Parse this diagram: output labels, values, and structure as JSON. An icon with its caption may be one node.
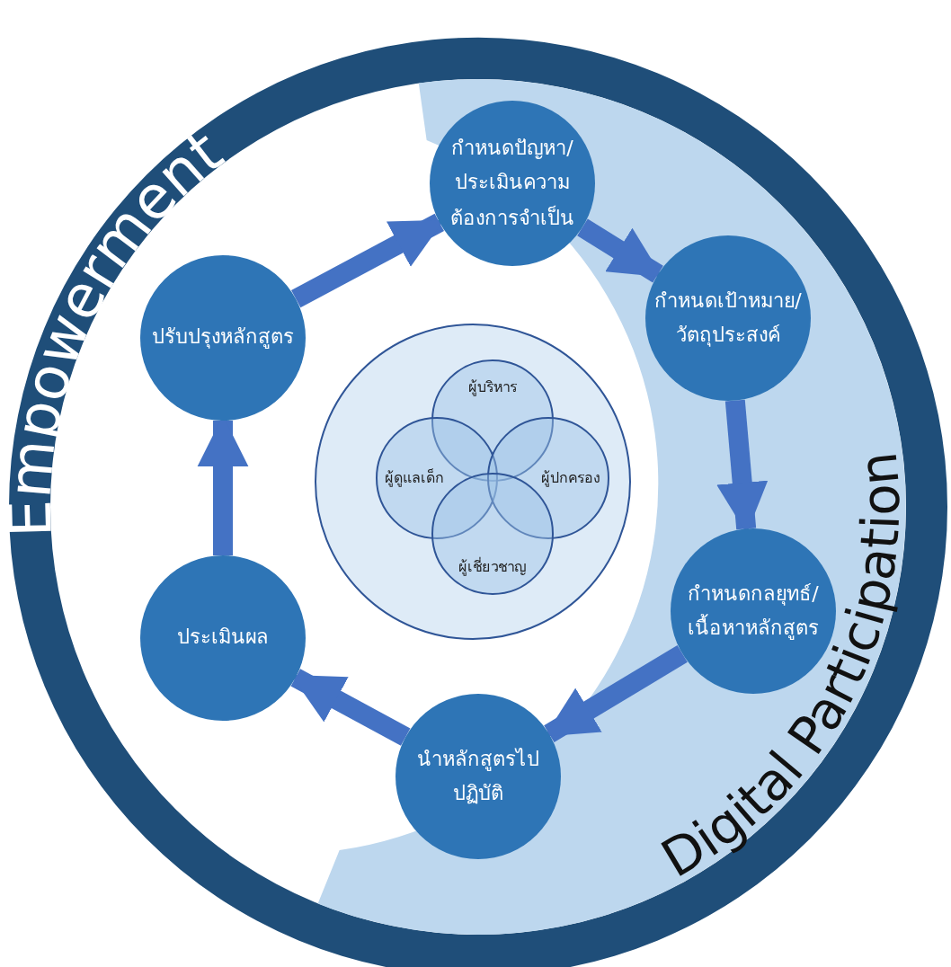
{
  "diagram": {
    "nodes": [
      {
        "text": [
          "กำหนดปัญหา/ประเมินความต้องการจำเป็น"
        ]
      },
      {
        "text": [
          "กำหนดเป้าหมาย/วัตถุประสงค์"
        ]
      },
      {
        "text": [
          "กำหนดกลยุทธ์/เนื้อหาหลักสูตร"
        ]
      },
      {
        "text": [
          "นำหลักสูตรไปปฏิบัติ"
        ]
      },
      {
        "text": [
          "ประเมินผล"
        ]
      },
      {
        "text": [
          "ปรับปรุงหลักสูตร"
        ]
      },
      {
        "text": [],
        "shape": "circle"
      },
      {
        "text": [
          "ผู้บริหาร"
        ],
        "in": 6
      },
      {
        "text": [
          "ผู้ดูแลเด็ก"
        ],
        "in": 6
      },
      {
        "text": [
          "ผู้ปกครอง"
        ],
        "in": 6
      },
      {
        "text": [
          "ผู้เชี่ยวชาญ"
        ],
        "in": 6
      }
    ],
    "edges": [
      {
        "from": 0,
        "to": 1,
        "arrow": "to"
      },
      {
        "from": 1,
        "to": 2,
        "arrow": "to"
      },
      {
        "from": 2,
        "to": 3,
        "arrow": "to"
      },
      {
        "from": 3,
        "to": 4,
        "arrow": "to"
      },
      {
        "from": 4,
        "to": 5,
        "arrow": "to"
      },
      {
        "from": 5,
        "to": 0,
        "arrow": "to"
      }
    ],
    "labels": [
      "Empowerment",
      "Digital Participation"
    ]
  }
}
